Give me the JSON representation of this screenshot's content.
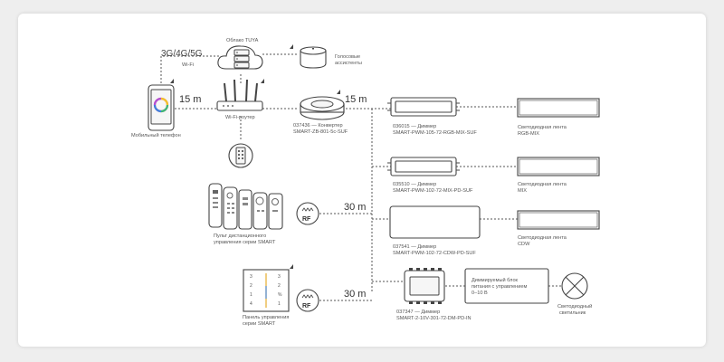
{
  "cloud_label": "Облако TUYA",
  "network_label": "3G/4G/5G",
  "wifi_label": "Wi-Fi",
  "voice_label_1": "Голосовые",
  "voice_label_2": "ассистенты",
  "phone_label": "Мобильный телефон",
  "router_label": "Wi-Fi-роутер",
  "distance_15": "15 m",
  "distance_30": "30 m",
  "converter_label_1": "037436 — Конвертер",
  "converter_label_2": "SMART-ZB-801-5c-SUF",
  "rf_label": "RF",
  "remote_label_1": "Пульт дистанционного",
  "remote_label_2": "управления серии SMART",
  "panel_label_1": "Панель управления",
  "panel_label_2": "серии SMART",
  "panel_digits": [
    "3",
    "2",
    "1",
    "4"
  ],
  "panel_digits_b": [
    "3",
    "2",
    "1"
  ],
  "panel_pct": "%",
  "dimmer1_label_1": "036015 — Диммер",
  "dimmer1_label_2": "SMART-PWM-105-72-RGB-MIX-SUF",
  "dimmer2_label_1": "035510 — Диммер",
  "dimmer2_label_2": "SMART-PWM-102-72-MIX-PD-SUF",
  "dimmer3_label_1": "037541 — Диммер",
  "dimmer3_label_2": "SMART-PWM-102-72-CDW-PD-SUF",
  "dimmer4_label_1": "037347 — Диммер",
  "dimmer4_label_2": "SMART-2-10V-301-72-DM-PD-IN",
  "strip1_label_1": "Светодиодная лента",
  "strip1_label_2": "RGB-MIX",
  "strip2_label_1": "Светодиодная лента",
  "strip2_label_2": "MIX",
  "strip3_label_1": "Светодиодная лента",
  "strip3_label_2": "CDW",
  "psu_label_1": "Диммируемый блок",
  "psu_label_2": "питания с управлением",
  "psu_label_3": "0–10 В",
  "lamp_label_1": "Светодиодный",
  "lamp_label_2": "светильник",
  "colors": {
    "card": "#ffffff",
    "background": "#eeeeee",
    "line": "#555555"
  }
}
